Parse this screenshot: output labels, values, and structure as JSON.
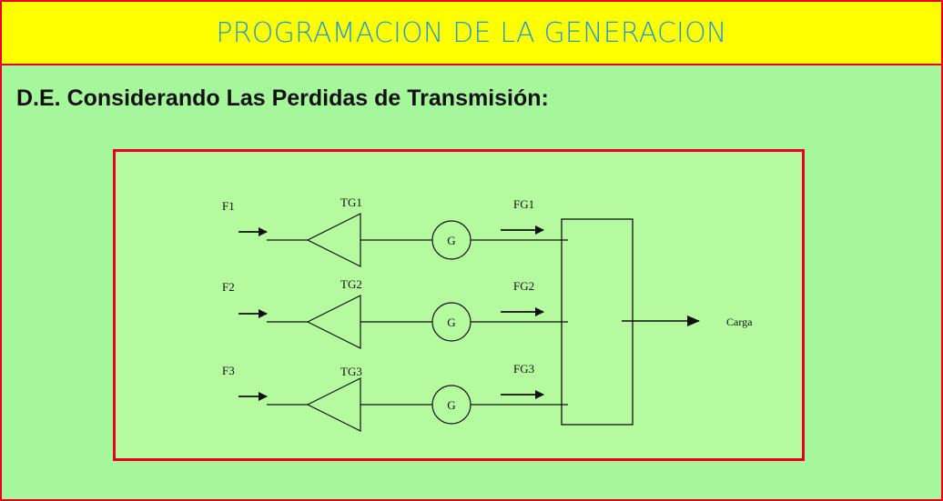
{
  "header": {
    "title": "PROGRAMACION DE LA GENERACION",
    "title_color": "#1f9ad6",
    "background": "#ffff00",
    "border_color": "#e8001c"
  },
  "main": {
    "subtitle": "D.E. Considerando Las Perdidas de Transmisión:",
    "background": "#a6f79b"
  },
  "diagram": {
    "units": [
      {
        "input": "F1",
        "turbine": "TG1",
        "generator": "G",
        "output": "FG1"
      },
      {
        "input": "F2",
        "turbine": "TG2",
        "generator": "G",
        "output": "FG2"
      },
      {
        "input": "F3",
        "turbine": "TG3",
        "generator": "G",
        "output": "FG3"
      }
    ],
    "load_label": "Carga"
  }
}
